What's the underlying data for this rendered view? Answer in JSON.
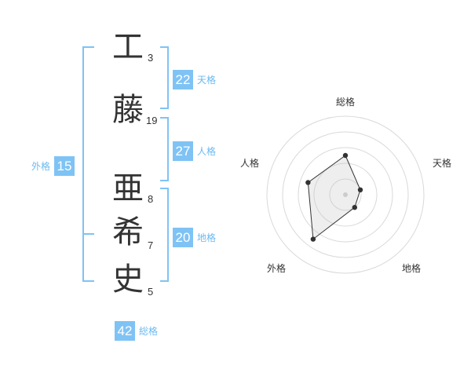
{
  "characters": [
    {
      "char": "工",
      "strokes": "3"
    },
    {
      "char": "藤",
      "strokes": "19"
    },
    {
      "char": "亜",
      "strokes": "8"
    },
    {
      "char": "希",
      "strokes": "7"
    },
    {
      "char": "史",
      "strokes": "5"
    }
  ],
  "fortune": {
    "tenkaku": {
      "value": "22",
      "label": "天格"
    },
    "jinkaku": {
      "value": "27",
      "label": "人格"
    },
    "chikaku": {
      "value": "20",
      "label": "地格"
    },
    "gaikaku": {
      "value": "15",
      "label": "外格"
    },
    "soukaku": {
      "value": "42",
      "label": "総格"
    }
  },
  "colors": {
    "accent": "#7fc3f5",
    "text": "#333333"
  },
  "chart_data": {
    "type": "radar",
    "axes": [
      "総格",
      "天格",
      "地格",
      "外格",
      "人格"
    ],
    "values": [
      2.5,
      1.0,
      1.0,
      3.5,
      2.5
    ],
    "range": [
      0,
      5
    ],
    "rings": 5,
    "grid": true
  }
}
